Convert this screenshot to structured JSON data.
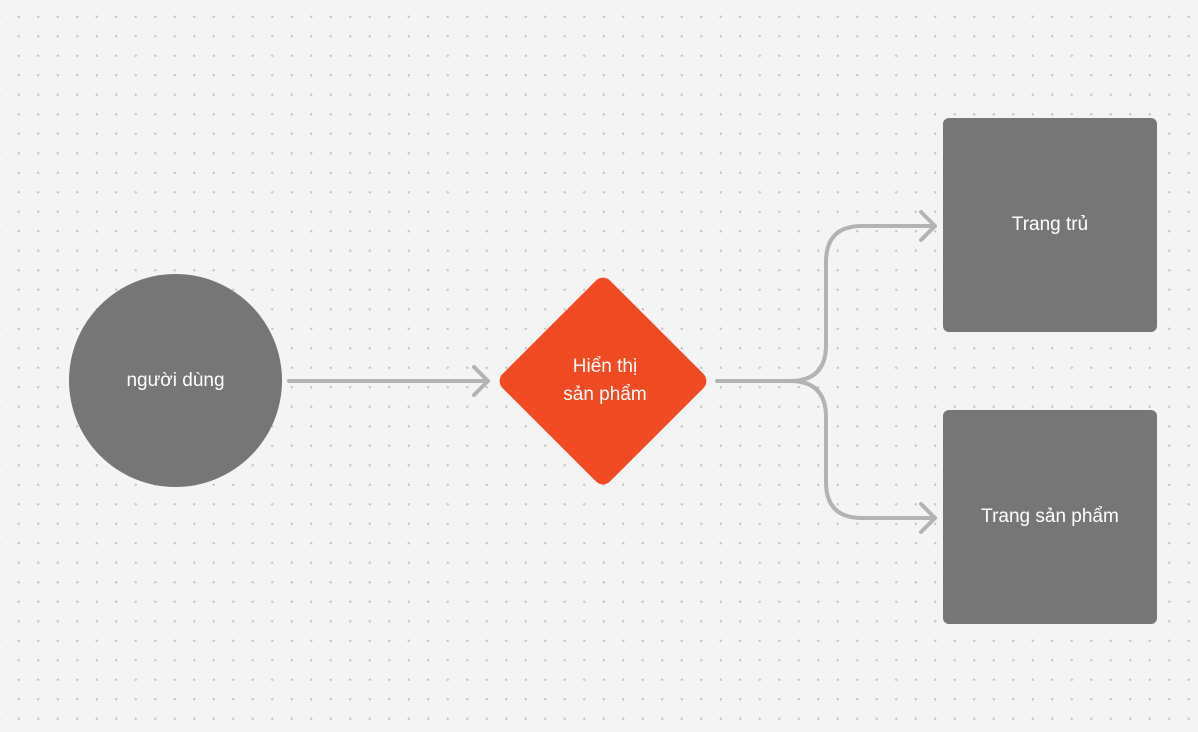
{
  "diagram": {
    "nodes": {
      "user": {
        "label": "người dùng",
        "shape": "circle",
        "color": "#767676"
      },
      "decision": {
        "label": "Hiển thị\nsản phẩm",
        "shape": "diamond",
        "color": "#f04a22"
      },
      "home": {
        "label": "Trang trủ",
        "shape": "rectangle",
        "color": "#767676"
      },
      "product": {
        "label": "Trang sản phẩm",
        "shape": "rectangle",
        "color": "#767676"
      }
    },
    "edges": [
      {
        "from": "user",
        "to": "decision"
      },
      {
        "from": "decision",
        "to": "home"
      },
      {
        "from": "decision",
        "to": "product"
      }
    ],
    "connector_color": "#b3b3b3",
    "background_color": "#f4f4f4"
  }
}
